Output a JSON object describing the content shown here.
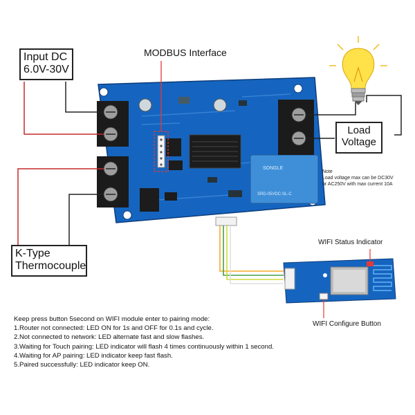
{
  "labels": {
    "input_dc_line1": "Input DC",
    "input_dc_line2": "6.0V-30V",
    "modbus": "MODBUS Interface",
    "load_line1": "Load",
    "load_line2": "Voltage",
    "thermo_line1": "K-Type",
    "thermo_line2": "Thermocouple",
    "wifi_status": "WIFI Status Indicator",
    "wifi_configure": "WIFI Configure Button"
  },
  "note": {
    "line1": "Note",
    "line2": "Load voltage max can be DC30V",
    "line3": "or AC250V with max current 10A"
  },
  "board_marks": {
    "relay_brand": "SONGLE",
    "relay_model": "SRD-05VDC-SL-C"
  },
  "instructions": {
    "heading": "Keep press button 5second on WIFI module enter to pairing mode:",
    "items": [
      "1.Router not connected: LED ON for 1s and OFF for 0.1s and cycle.",
      "2.Not connected to network: LED alternate fast and slow flashes.",
      "3.Waiting for Touch pairing: LED indicator will flash 4 times continuously within 1 second.",
      "4.Waiting for AP pairing: LED indicator keep fast flash.",
      "5.Paired successfully: LED indicator keep ON."
    ]
  },
  "colors": {
    "board": "#1565c0",
    "relay": "#3f8fd8",
    "wire": "#222222",
    "wire_red": "#c62828",
    "bulb_glass": "#ffe14a",
    "modbus_highlight": "#e53935"
  }
}
